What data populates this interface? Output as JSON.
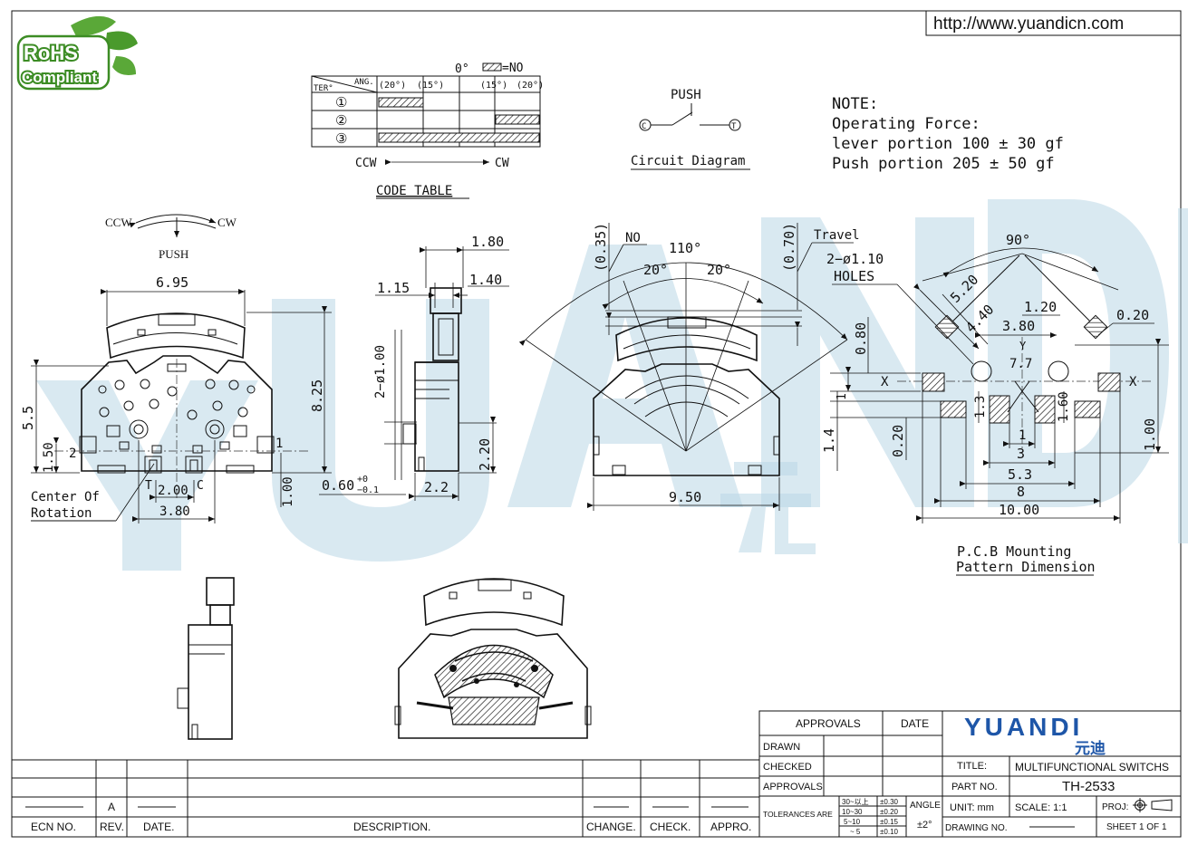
{
  "header": {
    "url": "http://www.yuandicn.com",
    "rohs_line1": "RoHS",
    "rohs_line2": "Compliant"
  },
  "code_table": {
    "caption": "CODE TABLE",
    "zero_label": "0°",
    "legend_no": "=NO",
    "col_header_ter": "TER°",
    "col_header_ang": "ANG.",
    "angle_cols": [
      "(20°)",
      "(15°)",
      "(15°)",
      "(20°)"
    ],
    "rows": [
      "①",
      "②",
      "③"
    ],
    "ccw": "CCW",
    "cw": "CW"
  },
  "circuit": {
    "push": "PUSH",
    "term_c": "C",
    "term_t": "T",
    "caption": "Circuit Diagram"
  },
  "note": {
    "title": "NOTE:",
    "line1": "Operating Force:",
    "line2": "lever portion 100 ± 30 gf",
    "line3": "Push portion 205 ± 50 gf"
  },
  "front_view": {
    "ccw": "CCW",
    "cw": "CW",
    "push": "PUSH",
    "dims": [
      "6.95",
      "5.5",
      "8.25",
      "1.50",
      "2",
      "1",
      "1.00",
      "0.60",
      "2.00",
      "3.80"
    ],
    "tol_plus": "+0",
    "tol_minus": "−0.1",
    "label_t": "T",
    "label_c": "C",
    "center_label_1": "Center Of",
    "center_label_2": "Rotation"
  },
  "side_view": {
    "dims": [
      "1.80",
      "1.15",
      "1.40",
      "2−ø1.00",
      "2.20",
      "2.2"
    ]
  },
  "angle_view": {
    "dims": [
      "(0.35)",
      "NO",
      "110°",
      "20°",
      "20°",
      "(0.70)",
      "Travel",
      "9.50"
    ]
  },
  "pcb": {
    "dims": [
      "90°",
      "2−ø1.10",
      "HOLES",
      "5.20",
      "4.40",
      "1.20",
      "0.20",
      "3.80",
      "Y",
      "7.7",
      "X",
      "X",
      "0.80",
      "1",
      "1.3",
      "1.60",
      "1.4",
      "0.20",
      "1.00",
      "1",
      "3",
      "5.3",
      "8",
      "10.00"
    ],
    "caption_1": "P.C.B Mounting",
    "caption_2": "Pattern Dimension"
  },
  "watermark": {
    "latin": "YUANDI",
    "cn": "元迪"
  },
  "title_block": {
    "approvals_hdr": "APPROVALS",
    "date_hdr": "DATE",
    "drawn": "DRAWN",
    "checked": "CHECKED",
    "approvals": "APPROVALS",
    "tolerances": "TOLERANCES ARE",
    "tol_ranges": [
      "30~以上",
      "10~30",
      "5~10",
      "~ 5"
    ],
    "tol_values": [
      "±0.30",
      "±0.20",
      "±0.15",
      "±0.10"
    ],
    "angle_hdr": "ANGLE",
    "angle_val": "±2°",
    "logo": "YUANDI",
    "logo_cn": "元迪",
    "title_lbl": "TITLE:",
    "title_val": "MULTIFUNCTIONAL SWITCHS",
    "part_lbl": "PART NO.",
    "part_val": "TH-2533",
    "unit": "UNIT: mm",
    "scale": "SCALE:  1:1",
    "proj": "PROJ:",
    "drawing_no": "DRAWING NO.",
    "sheet": "SHEET  1 OF 1"
  },
  "revision_block": {
    "rev_value": "A",
    "headers": [
      "ECN NO.",
      "REV.",
      "DATE.",
      "DESCRIPTION.",
      "CHANGE.",
      "CHECK.",
      "APPRO."
    ]
  }
}
